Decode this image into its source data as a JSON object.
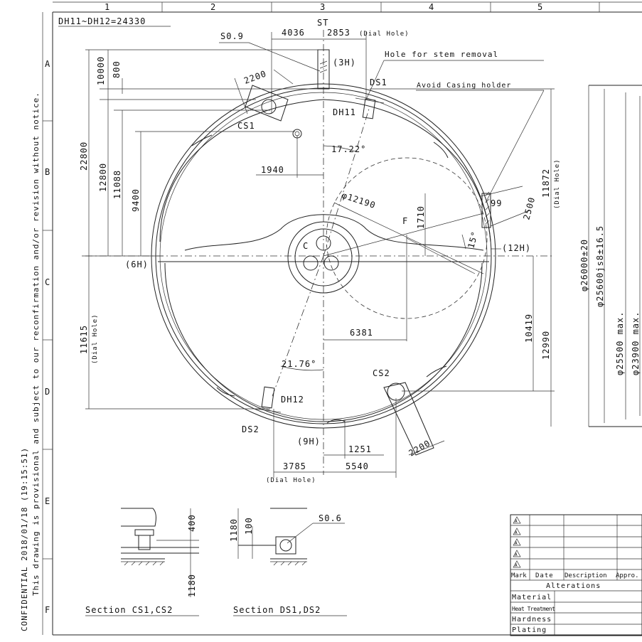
{
  "border": {
    "columns": [
      "1",
      "2",
      "3",
      "4",
      "5"
    ],
    "rows": [
      "A",
      "B",
      "C",
      "D",
      "E",
      "F"
    ]
  },
  "notice": {
    "line1": "CONFIDENTIAL  2018/01/18 (19:15:51)",
    "line2": "This drawing is provisional and subject to our reconfirmation and/or revision without notice."
  },
  "header": {
    "total": "DH11~DH12=24330"
  },
  "top": {
    "st": "ST",
    "dim_4036": "4036",
    "dim_2853": "2853",
    "dial_hole": "(Dial Hole)",
    "s09": "S0.9",
    "h3": "(3H)",
    "stem_removal": "Hole for stem removal",
    "avoid_casing": "Avoid Casing holder"
  },
  "labels": {
    "ds1": "DS1",
    "dh11": "DH11",
    "cs1": "CS1",
    "cs2": "CS2",
    "dh12": "DH12",
    "ds2": "DS2",
    "h6": "(6H)",
    "h12": "(12H)",
    "h9": "(9H)",
    "c": "C",
    "f": "F"
  },
  "dims": {
    "d2200a": "2200",
    "d10000": "10000",
    "d800": "800",
    "d22800": "22800",
    "d12800": "12800",
    "d11088": "11088",
    "d9400": "9400",
    "d1940": "1940",
    "a1722": "17.22°",
    "d12190": "φ12190",
    "d1710": "1710",
    "d99": "99",
    "d2500": "2500",
    "a15": "15°",
    "d11872": "11872",
    "dial_hole_r": "(Dial Hole)",
    "d11615": "11615",
    "dial_hole_l": "(Dial Hole)",
    "d6381": "6381",
    "d10419": "10419",
    "d12990": "12990",
    "a2176": "21.76°",
    "d2200b": "2200",
    "d1251": "1251",
    "d3785": "3785",
    "d5540": "5540",
    "dial_hole_b": "(Dial Hole)",
    "d26000": "φ26000±20",
    "d25600": "φ25600js8±16.5",
    "d25500": "φ25500 max.",
    "d23900": "φ23900 max."
  },
  "sections": {
    "cs_title": "Section CS1,CS2",
    "ds_title": "Section DS1,DS2",
    "cs_400": "400",
    "cs_1180": "1180",
    "ds_1180": "1180",
    "ds_100": "100",
    "ds_s06": "S0.6"
  },
  "revision_table": {
    "rows": [
      "A",
      "A",
      "A",
      "A",
      "A"
    ],
    "headers": [
      "Mark",
      "Date",
      "Description",
      "Appro."
    ],
    "alterations": "Alterations",
    "specs": [
      "Material",
      "Heat Treatment",
      "Hardness",
      "Plating"
    ]
  }
}
